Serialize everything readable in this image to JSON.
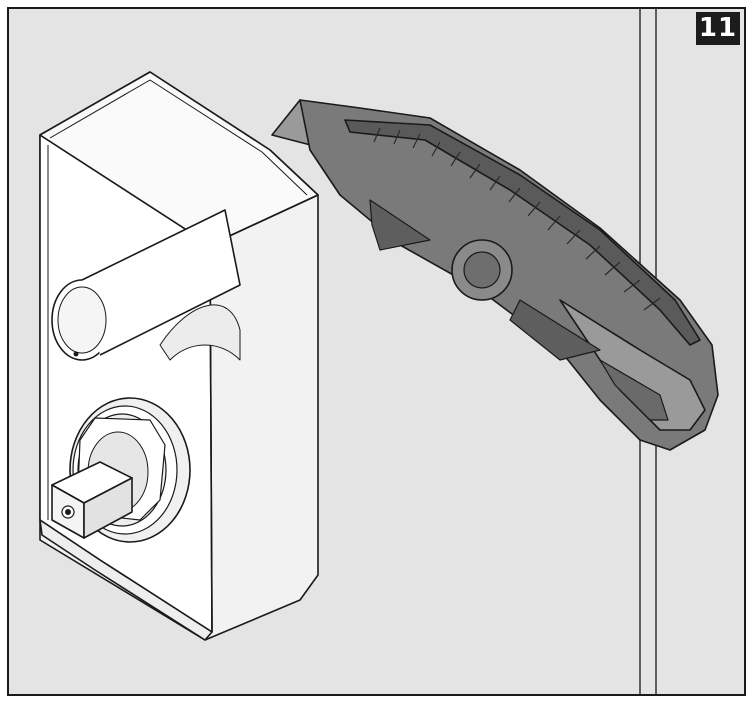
{
  "figure": {
    "step_number": "11",
    "colors": {
      "wall": "#e4e4e4",
      "frame_line": "#1a1a1a",
      "housing": "#ffffff",
      "knife_body": "#7a7a7a",
      "knife_dark": "#4a4a4a"
    },
    "icons": [
      "lock-housing",
      "utility-knife",
      "door-frame"
    ]
  }
}
